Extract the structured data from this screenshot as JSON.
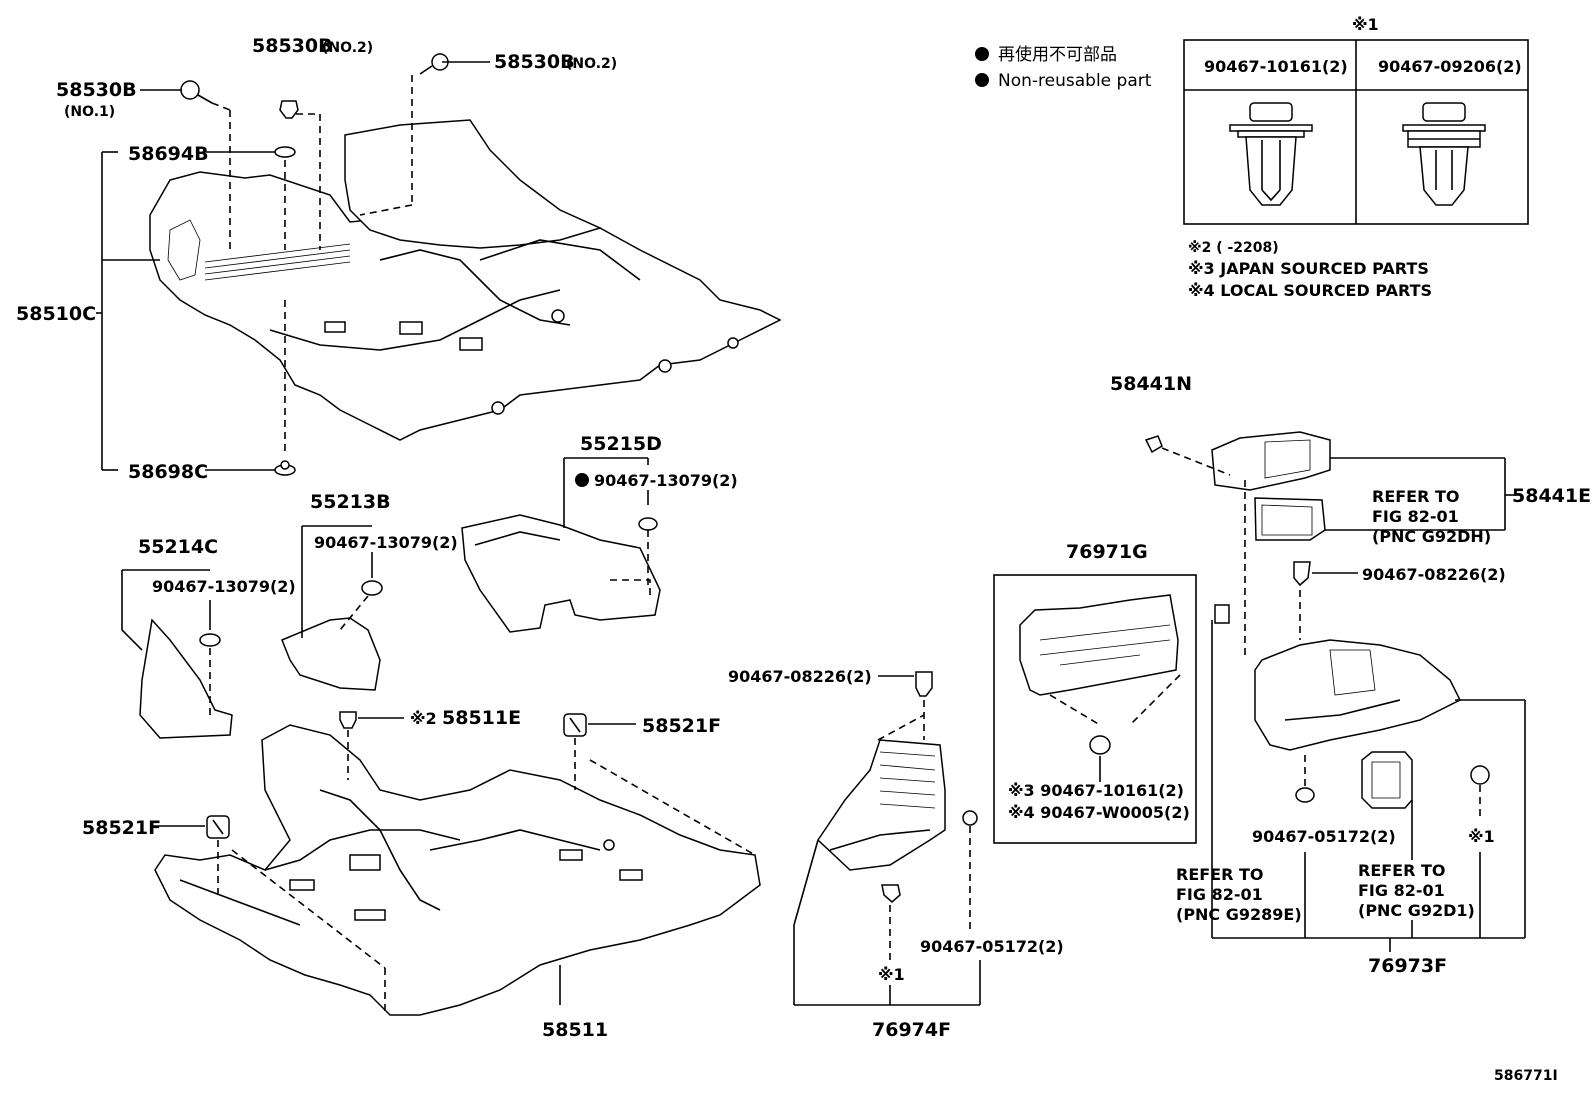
{
  "legend": {
    "non_reusable_ja": "再使用不可部品",
    "non_reusable_en": "Non-reusable part"
  },
  "clip_table": {
    "note": "※1",
    "col1": "90467-10161(2)",
    "col2": "90467-09206(2)"
  },
  "notes": {
    "n2": "※2 (        -2208)",
    "n3": "※3 JAPAN SOURCED PARTS",
    "n4": "※4 LOCAL SOURCED PARTS"
  },
  "labels": {
    "p58530B_no2_top": "58530B",
    "p58530B_no2_top_sub": "(NO.2)",
    "p58530B_no2_right": "58530B",
    "p58530B_no2_right_sub": "(NO.2)",
    "p58530B_no1": "58530B",
    "p58530B_no1_sub": "(NO.1)",
    "p58694B": "58694B",
    "p58510C": "58510C",
    "p58698C": "58698C",
    "p55215D": "55215D",
    "p55215D_clip": "90467-13079(2)",
    "p55213B": "55213B",
    "p55213B_clip": "90467-13079(2)",
    "p55214C": "55214C",
    "p55214C_clip": "90467-13079(2)",
    "p58511E_note": "※2",
    "p58511E": "58511E",
    "p58521F_right": "58521F",
    "p58521F_left": "58521F",
    "p58511": "58511",
    "p90467_08226_mid": "90467-08226(2)",
    "p90467_05172_mid": "90467-05172(2)",
    "p76974F_note": "※1",
    "p76974F": "76974F",
    "p76971G": "76971G",
    "p76971G_clip3": "※3 90467-10161(2)",
    "p76971G_clip4": "※4 90467-W0005(2)",
    "p58441N": "58441N",
    "p58441E": "58441E",
    "refer_g92dh_1": "REFER TO",
    "refer_g92dh_2": "FIG 82-01",
    "refer_g92dh_3": "(PNC G92DH)",
    "p90467_08226_right": "90467-08226(2)",
    "p90467_05172_right": "90467-05172(2)",
    "p76973F_note": "※1",
    "refer_g9289e_1": "REFER TO",
    "refer_g9289e_2": "FIG 82-01",
    "refer_g9289e_3": "(PNC G9289E)",
    "refer_g92d1_1": "REFER TO",
    "refer_g92d1_2": "FIG 82-01",
    "refer_g92d1_3": "(PNC G92D1)",
    "p76973F": "76973F",
    "figure_id": "586771I"
  }
}
